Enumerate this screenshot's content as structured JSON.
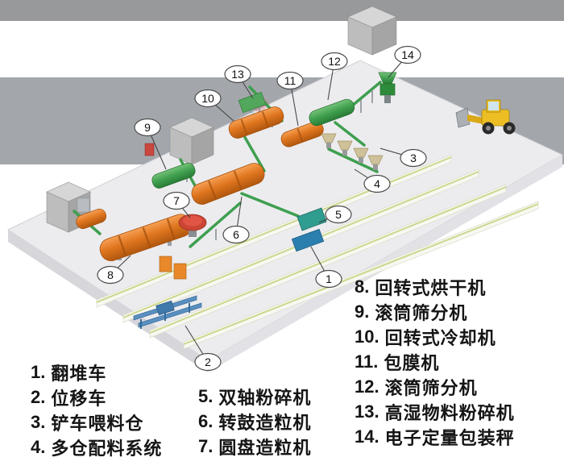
{
  "callouts": [
    {
      "n": "1",
      "machine": "compost-turner"
    },
    {
      "n": "2",
      "machine": "displacement-car"
    },
    {
      "n": "3",
      "machine": "forklift-feeding-hopper"
    },
    {
      "n": "4",
      "machine": "multi-bin-batching-system"
    },
    {
      "n": "5",
      "machine": "double-shaft-crusher"
    },
    {
      "n": "6",
      "machine": "drum-granulator"
    },
    {
      "n": "7",
      "machine": "disc-granulator"
    },
    {
      "n": "8",
      "machine": "rotary-dryer"
    },
    {
      "n": "9",
      "machine": "drum-screening-machine"
    },
    {
      "n": "10",
      "machine": "rotary-cooler"
    },
    {
      "n": "11",
      "machine": "coating-machine"
    },
    {
      "n": "12",
      "machine": "drum-screening-machine"
    },
    {
      "n": "13",
      "machine": "high-humidity-material-crusher"
    },
    {
      "n": "14",
      "machine": "electronic-packing-scale"
    }
  ],
  "legend": {
    "col1": [
      {
        "num": "1.",
        "label": "翻堆车"
      },
      {
        "num": "2.",
        "label": "位移车"
      },
      {
        "num": "3.",
        "label": "铲车喂料仓"
      },
      {
        "num": "4.",
        "label": "多仓配料系统"
      }
    ],
    "col2": [
      {
        "num": "5.",
        "label": "双轴粉碎机"
      },
      {
        "num": "6.",
        "label": "转鼓造粒机"
      },
      {
        "num": "7.",
        "label": "圆盘造粒机"
      }
    ],
    "col3": [
      {
        "num": "8.",
        "label": "回转式烘干机"
      },
      {
        "num": "9.",
        "label": "滚筒筛分机"
      },
      {
        "num": "10.",
        "label": "回转式冷却机"
      },
      {
        "num": "11.",
        "label": "包膜机"
      },
      {
        "num": "12.",
        "label": "滚筒筛分机"
      },
      {
        "num": "13.",
        "label": "高湿物料粉碎机"
      },
      {
        "num": "14.",
        "label": "电子定量包装秤"
      }
    ]
  },
  "colors": {
    "machine_orange": "#e0761f",
    "conveyor_green": "#3f9f4f",
    "machine_teal": "#2f9d8f",
    "track_blue": "#5a90c0",
    "loader_yellow": "#ecbe24",
    "disc_red": "#cc4433",
    "platform_gray": "#ececef",
    "band_gray": "#a3a7ac",
    "legend_text": "#151515"
  }
}
